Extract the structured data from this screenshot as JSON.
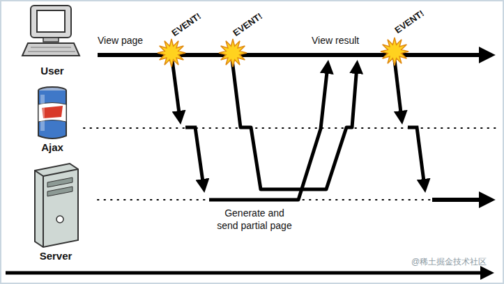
{
  "diagram": {
    "nodes": [
      {
        "text": [
          "User"
        ]
      },
      {
        "text": [
          "Ajax"
        ]
      },
      {
        "text": [
          "Server"
        ]
      }
    ],
    "labels": [
      "View page",
      "EVENT!",
      "EVENT!",
      "EVENT!",
      "View result",
      "Generate and send partial page",
      "@稀土掘金技术社区"
    ]
  }
}
